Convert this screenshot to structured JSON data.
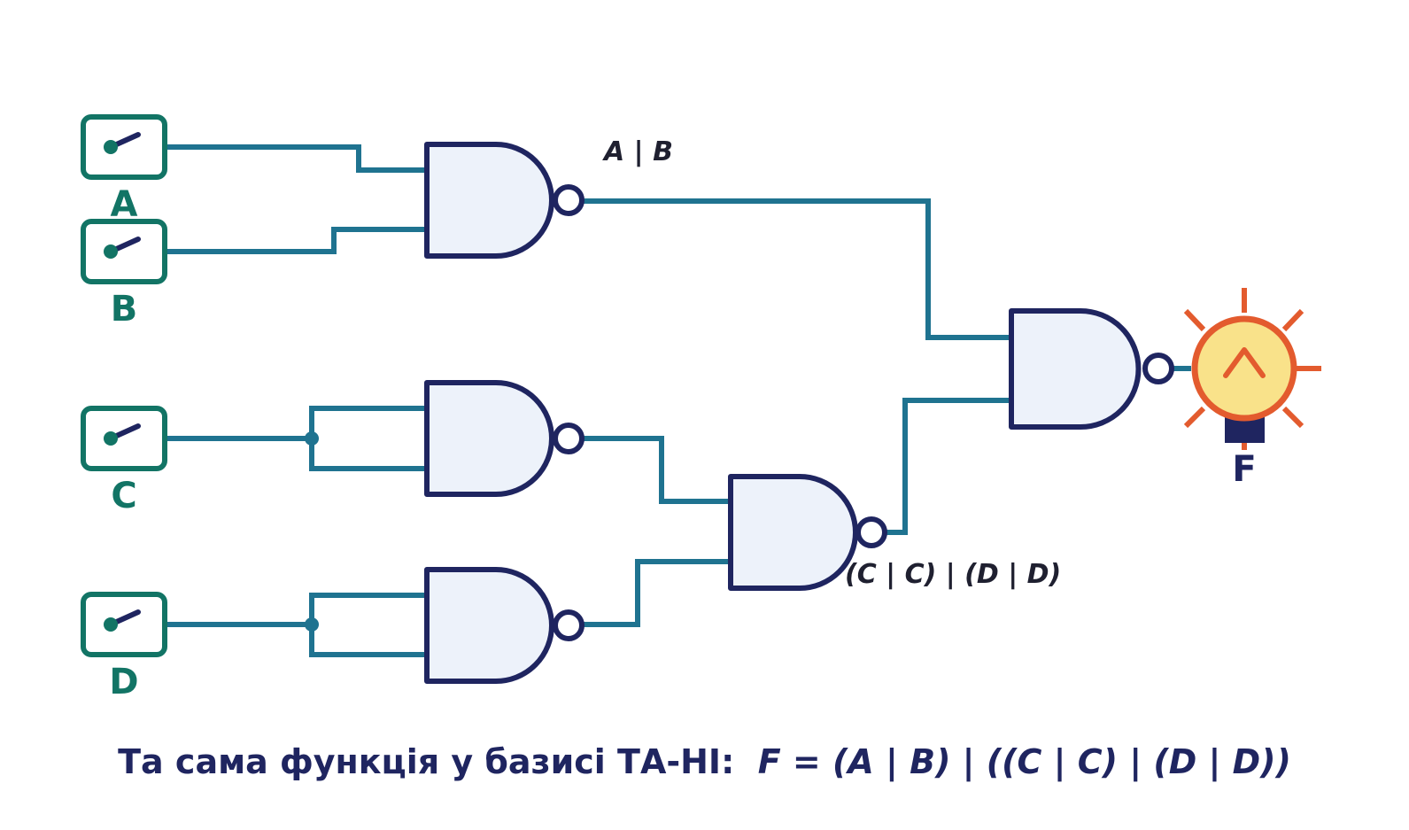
{
  "inputs": [
    {
      "label": "A"
    },
    {
      "label": "B"
    },
    {
      "label": "C"
    },
    {
      "label": "D"
    }
  ],
  "output": {
    "label": "F"
  },
  "expressions": {
    "gate_ab": "A | B",
    "gate_cd": "(C | C) | (D | D)"
  },
  "caption": {
    "prefix": "Та сама функція у базисі ТА-НІ:",
    "formula": "F = (A | B) | ((C | C) | (D | D))"
  },
  "colors": {
    "wire": "#1f7390",
    "gate_outline": "#1f2560",
    "gate_fill": "#edf2fa",
    "switch": "#127465",
    "bulb_glass": "#f9e28a",
    "bulb_rays": "#e35b2e"
  }
}
